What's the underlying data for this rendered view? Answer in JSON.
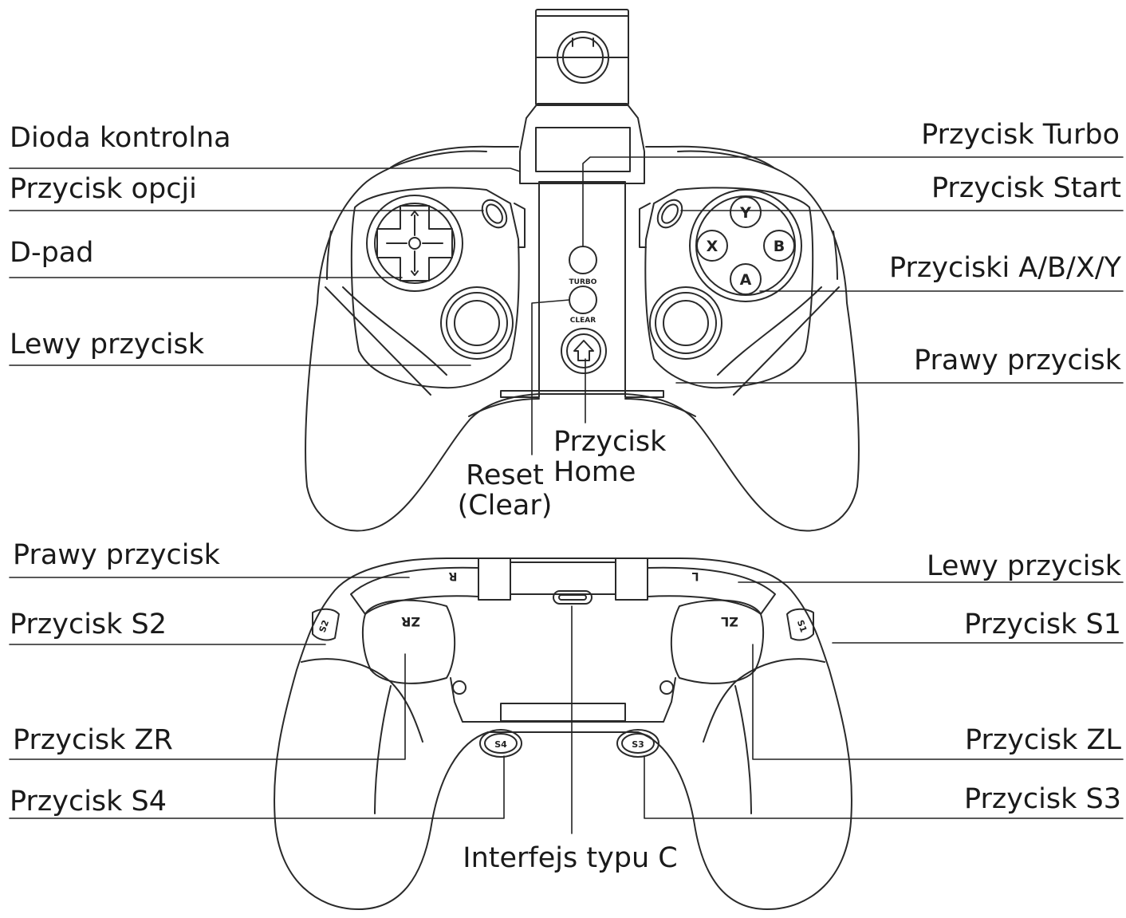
{
  "front_view": {
    "left_labels": {
      "indicator_led": "Dioda kontrolna",
      "options_button": "Przycisk opcji",
      "dpad": "D-pad",
      "left_stick": "Lewy przycisk"
    },
    "right_labels": {
      "turbo_button": "Przycisk Turbo",
      "start_button": "Przycisk Start",
      "abxy_buttons": "Przyciski A/B/X/Y",
      "right_stick": "Prawy przycisk"
    },
    "bottom_labels": {
      "reset_line1": "Reset",
      "reset_line2": "(Clear)",
      "home_line1": "Przycisk",
      "home_line2": "Home"
    },
    "controller_marks": {
      "turbo": "TURBO",
      "clear": "CLEAR",
      "y": "Y",
      "x": "X",
      "b": "B",
      "a": "A"
    }
  },
  "top_view": {
    "left_labels": {
      "right_bumper": "Prawy przycisk",
      "s2_button": "Przycisk S2",
      "zr_button": "Przycisk ZR",
      "s4_button": "Przycisk S4"
    },
    "right_labels": {
      "left_bumper": "Lewy przycisk",
      "s1_button": "Przycisk S1",
      "zl_button": "Przycisk ZL",
      "s3_button": "Przycisk S3"
    },
    "bottom_labels": {
      "usb_c": "Interfejs typu C"
    },
    "controller_marks": {
      "r": "R",
      "l": "L",
      "zr": "ZR",
      "zl": "ZL",
      "s1": "S1",
      "s2": "S2",
      "s3": "S3",
      "s4": "S4"
    }
  },
  "colors": {
    "line": "#2a2a2a",
    "fill": "#ffffff"
  }
}
